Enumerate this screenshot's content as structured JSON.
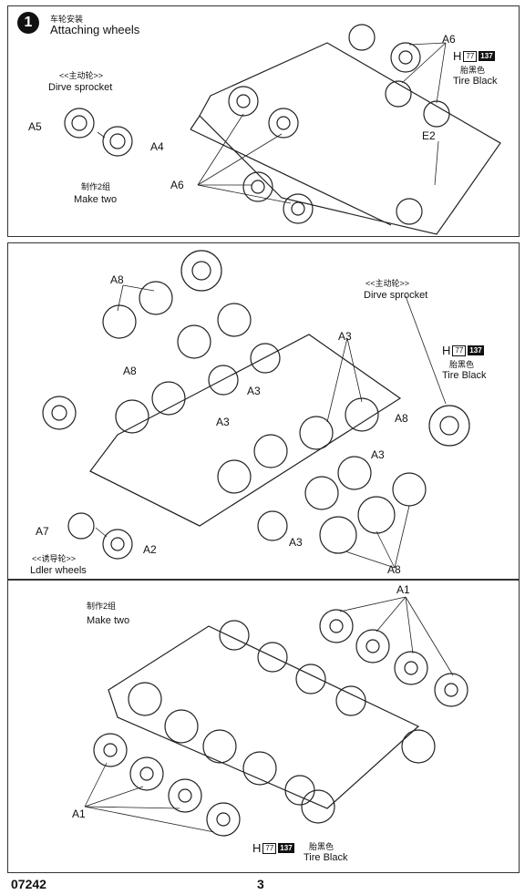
{
  "step": {
    "number": "1",
    "title_cn": "车轮安装",
    "title_en": "Attaching wheels"
  },
  "panel1": {
    "sprocket_cn": "<<主动轮>>",
    "sprocket_en": "Dirve sprocket",
    "make_two_cn": "制作2组",
    "make_two_en": "Make two",
    "parts": {
      "a5": "A5",
      "a4": "A4",
      "a6_top": "A6",
      "a6_left": "A6",
      "e2": "E2"
    },
    "color": {
      "h": "H",
      "code": "77",
      "code2": "137",
      "cn": "胎黑色",
      "en": "Tire Black"
    }
  },
  "panel2": {
    "sprocket_cn": "<<主动轮>>",
    "sprocket_en": "Dirve sprocket",
    "idler_cn": "<<诱导轮>>",
    "idler_en": "Ldler wheels",
    "parts": {
      "a8_1": "A8",
      "a8_2": "A8",
      "a8_3": "A8",
      "a8_4": "A8",
      "a3_1": "A3",
      "a3_2": "A3",
      "a3_3": "A3",
      "a3_4": "A3",
      "a3_5": "A3",
      "a7": "A7",
      "a2": "A2"
    },
    "color": {
      "h": "H",
      "code": "77",
      "code2": "137",
      "cn": "胎黑色",
      "en": "Tire Black"
    }
  },
  "panel3": {
    "make_two_cn": "制作2组",
    "make_two_en": "Make two",
    "parts": {
      "a1_top": "A1",
      "a1_left": "A1"
    },
    "color": {
      "h": "H",
      "code": "77",
      "code2": "137",
      "cn": "胎黑色",
      "en": "Tire Black"
    }
  },
  "footer": {
    "kit_number": "07242",
    "page_number": "3"
  }
}
